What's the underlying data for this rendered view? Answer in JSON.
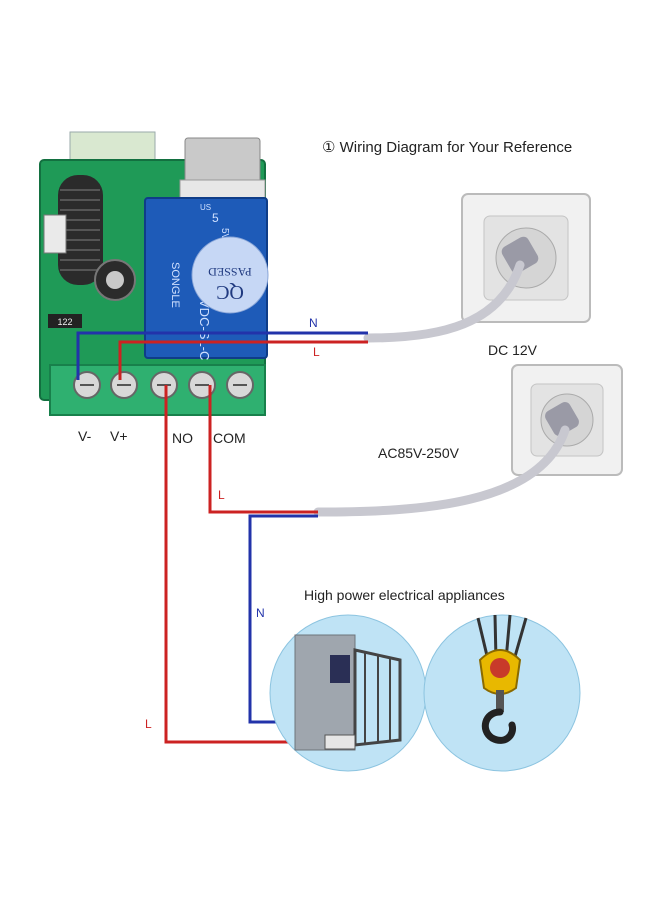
{
  "title": "① Wiring Diagram for Your Reference",
  "terminals": {
    "vminus": "V-",
    "vplus": "V+",
    "no": "NO",
    "com": "COM"
  },
  "relay": {
    "brand": "SONGLE",
    "model": "SRD-5VDC-SL-C",
    "qc_stamp": "QC",
    "passed": "PASSED",
    "digit": "5",
    "us": "US",
    "ratings": "5VAC 8VDC"
  },
  "resistor_label": "122",
  "dc_socket_label": "DC 12V",
  "ac_socket_label": "AC85V-250V",
  "appliances_label": "High power electrical appliances",
  "wire_labels": {
    "dc_n": "N",
    "dc_l": "L",
    "ac_l": "L",
    "ac_n": "N",
    "load_l": "L"
  },
  "colors": {
    "neutral": "#2233aa",
    "live": "#cc2222",
    "cable": "#c8c8d0",
    "board": "#1f9a57",
    "relay": "#1e5bb8",
    "circle_bg": "#bfe3f5"
  },
  "icons": [
    "relay-module",
    "power-socket",
    "power-socket",
    "gate-appliance",
    "crane-hook-appliance"
  ]
}
